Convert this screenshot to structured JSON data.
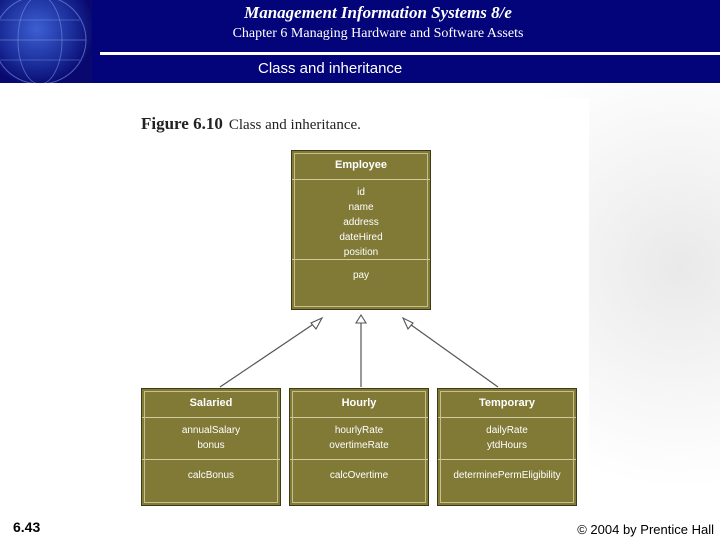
{
  "header": {
    "title": "Management Information Systems 8/e",
    "subtitle": "Chapter 6 Managing Hardware and Software Assets",
    "slide_title": "Class and inheritance"
  },
  "figure": {
    "number": "Figure 6.10",
    "caption": "Class and inheritance.",
    "parent": {
      "name": "Employee",
      "attributes": [
        "id",
        "name",
        "address",
        "dateHired",
        "position"
      ],
      "operations": [
        "pay"
      ]
    },
    "children": [
      {
        "name": "Salaried",
        "attributes": [
          "annualSalary",
          "bonus"
        ],
        "operations": [
          "calcBonus"
        ]
      },
      {
        "name": "Hourly",
        "attributes": [
          "hourlyRate",
          "overtimeRate"
        ],
        "operations": [
          "calcOvertime"
        ]
      },
      {
        "name": "Temporary",
        "attributes": [
          "dailyRate",
          "ytdHours"
        ],
        "operations": [
          "determinePermEligibility"
        ]
      }
    ]
  },
  "footer": {
    "slide_number": "6.43",
    "copyright": "© 2004 by Prentice Hall"
  },
  "colors": {
    "header_bg": "#04047a",
    "class_box": "#817a37"
  }
}
